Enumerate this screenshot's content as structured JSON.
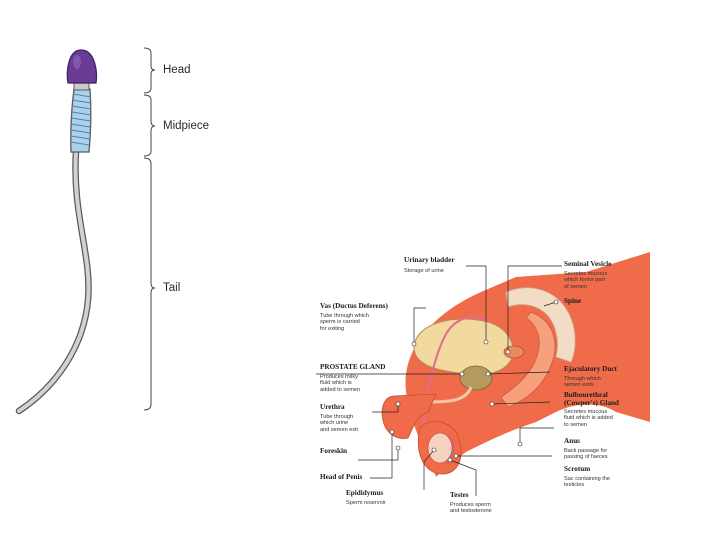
{
  "sperm_diagram": {
    "labels": {
      "head": "Head",
      "midpiece": "Midpiece",
      "tail": "Tail"
    },
    "colors": {
      "head": "#6a3c96",
      "midpiece": "#a9d2ee",
      "tail": "#d2d2d2",
      "outline": "#5a5a5a",
      "bracket": "#444444"
    }
  },
  "anatomy_diagram": {
    "labels": {
      "urinary_bladder": {
        "title": "Urinary bladder",
        "desc": "Storage of urine"
      },
      "seminal_vesicle": {
        "title": "Seminal Vesicle",
        "desc": "Secretes mucous\nwhich forms part\nof semen"
      },
      "vas_deferens": {
        "title": "Vas (Ductus Deferens)",
        "desc": "Tube through which\nsperm is carried\nfor exiting"
      },
      "spine": {
        "title": "Spine",
        "desc": ""
      },
      "prostate_gland": {
        "title": "PROSTATE GLAND",
        "desc": "Produces milky\nfluid which is\nadded to semen"
      },
      "ejaculatory_duct": {
        "title": "Ejaculatory Duct",
        "desc": "Through which\nsemen exits"
      },
      "bulbourethral_gland": {
        "title": "Bulbourethral\n(Cowper's) Gland",
        "desc": "Secretes mucous\nfluid which is added\nto semen"
      },
      "urethra": {
        "title": "Urethra",
        "desc": "Tube through\nwhich urine\nand semen exit"
      },
      "anus": {
        "title": "Anus",
        "desc": "Back passage for\npassing of faeces"
      },
      "foreskin": {
        "title": "Foreskin",
        "desc": ""
      },
      "scrotum": {
        "title": "Scrotum",
        "desc": "Sac containing the\ntesticles"
      },
      "head_of_penis": {
        "title": "Head of Penis",
        "desc": ""
      },
      "epididymus": {
        "title": "Epididymus",
        "desc": "Sperm reservoir"
      },
      "testes": {
        "title": "Testes",
        "desc": "Produces sperm\nand testosterone"
      }
    },
    "colors": {
      "flesh": "#ef6b4a",
      "flesh_light": "#f7a07e",
      "bladder": "#f2d9a0",
      "prostate": "#b59a60",
      "vesicle": "#e98a5a",
      "bone": "#f3dcc6",
      "line": "#222222"
    }
  }
}
